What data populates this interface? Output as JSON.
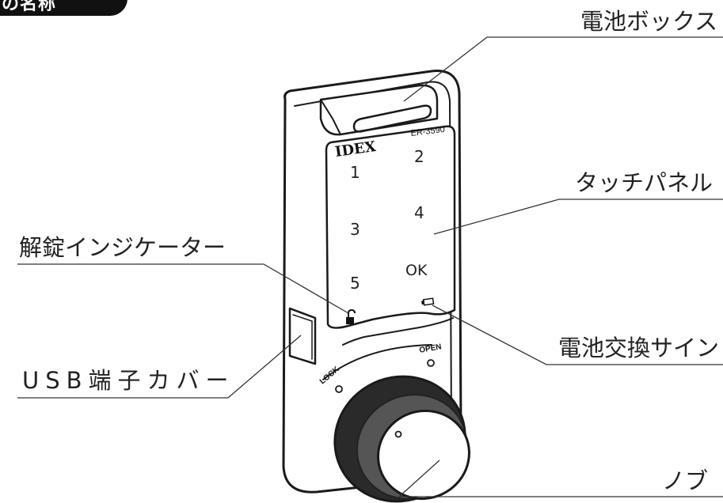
{
  "header": {
    "section_title": "の名称"
  },
  "device": {
    "brand": "IDEX",
    "model": "ER-3590",
    "keys": [
      "1",
      "2",
      "3",
      "4",
      "5",
      "OK"
    ],
    "lock_label": "LOCK",
    "open_label": "OPEN"
  },
  "callouts": {
    "battery_box": "電池ボックス",
    "touch_panel": "タッチパネル",
    "unlock_indicator": "解錠インジケーター",
    "battery_sign": "電池交換サイン",
    "usb_cover": "USB端子カバー",
    "knob": "ノブ"
  }
}
